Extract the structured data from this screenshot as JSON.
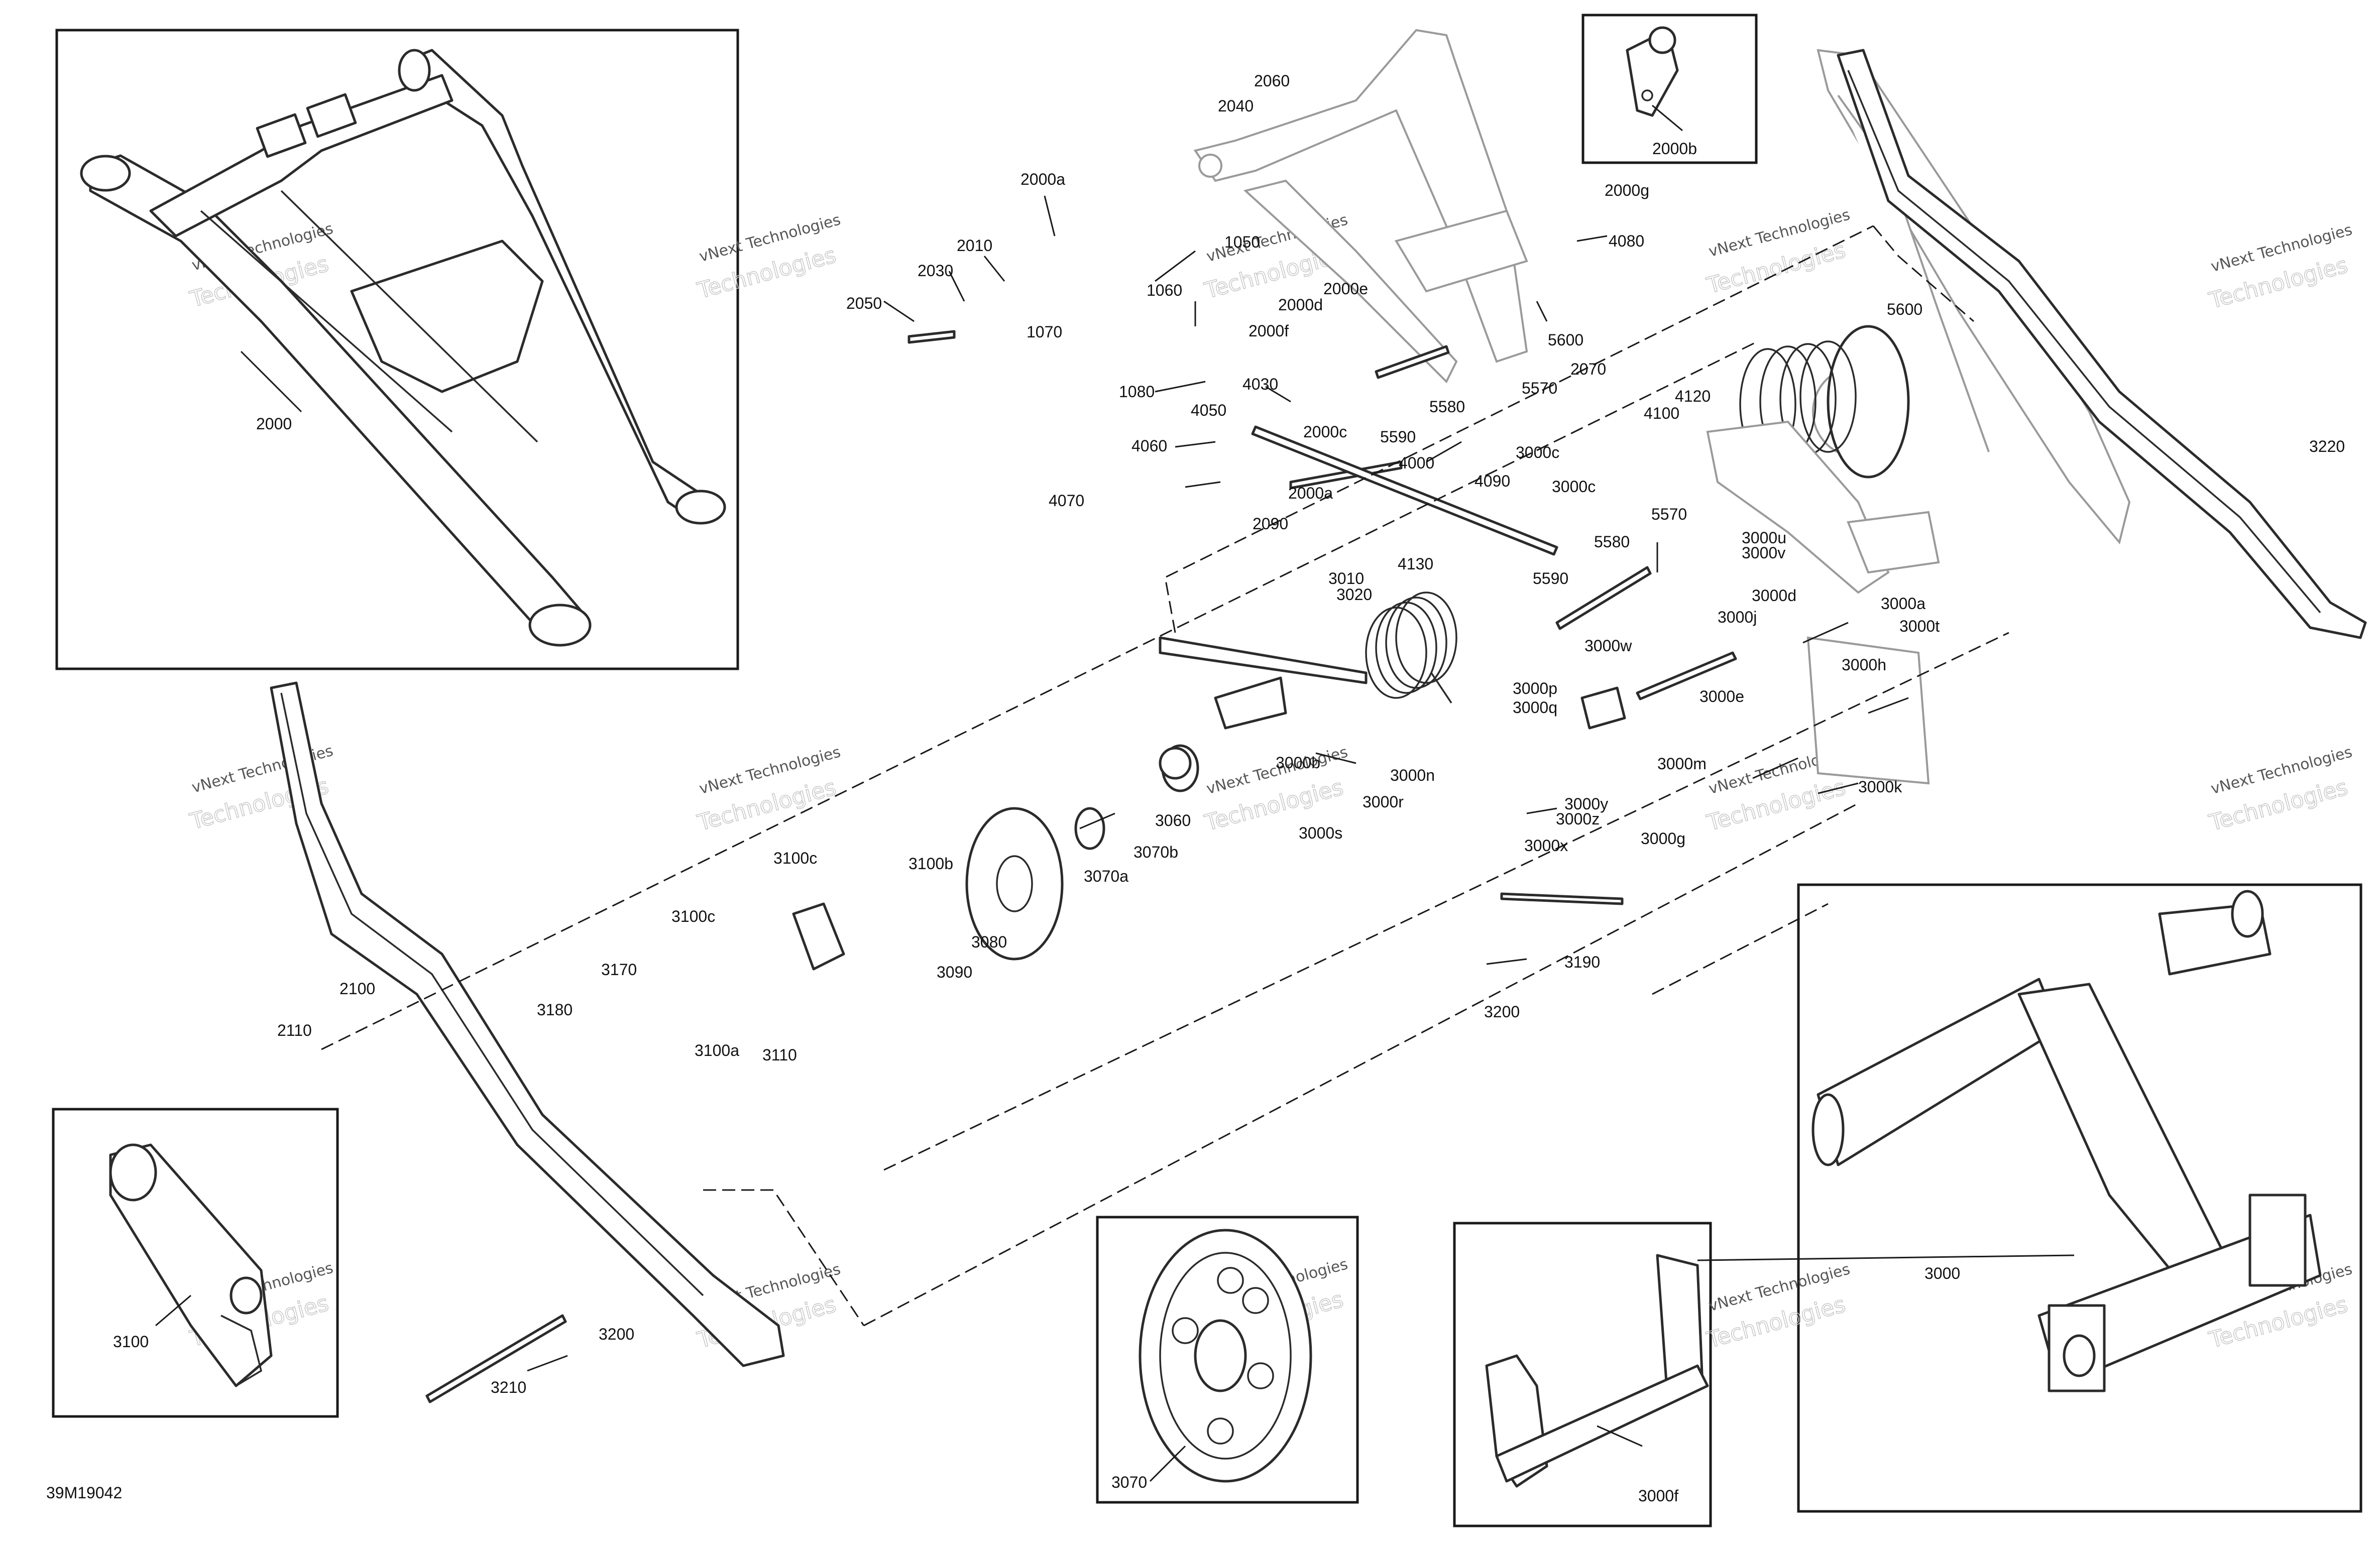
{
  "diagram": {
    "reference_code": "39M19042",
    "watermark_line1": "vNext Technologies",
    "watermark_line2": "vNext",
    "watermark_line3": "Technologies",
    "labels": {
      "l2000": "2000",
      "l2000a_top": "2000a",
      "l2000a_mid": "2000a",
      "l2000b": "2000b",
      "l2000c": "2000c",
      "l2000d": "2000d",
      "l2000e": "2000e",
      "l2000f": "2000f",
      "l2000g": "2000g",
      "l2010": "2010",
      "l2030": "2030",
      "l2040": "2040",
      "l2050": "2050",
      "l2060": "2060",
      "l2070": "2070",
      "l2090": "2090",
      "l2100": "2100",
      "l2110": "2110",
      "l3000_inset": "3000",
      "l3000a": "3000a",
      "l3000c_1": "3000c",
      "l3000c_2": "3000c",
      "l3000d": "3000d",
      "l3000e": "3000e",
      "l3000f": "3000f",
      "l3000g": "3000g",
      "l3000h": "3000h",
      "l3000j": "3000j",
      "l3000k": "3000k",
      "l3000m": "3000m",
      "l3000n": "3000n",
      "l3000p": "3000p",
      "l3000q": "3000q",
      "l3000r": "3000r",
      "l3000s": "3000s",
      "l3000t": "3000t",
      "l3000u": "3000u",
      "l3000v": "3000v",
      "l3000w": "3000w",
      "l3000x": "3000x",
      "l3000y": "3000y",
      "l3000z": "3000z",
      "l3000b": "3000b",
      "l3010": "3010",
      "l3020": "3020",
      "l3060": "3060",
      "l3070_inset": "3070",
      "l3070a": "3070a",
      "l3070b": "3070b",
      "l3080": "3080",
      "l3090": "3090",
      "l3100_inset": "3100",
      "l3100a": "3100a",
      "l3100b": "3100b",
      "l3100c_1": "3100c",
      "l3100c_2": "3100c",
      "l3110": "3110",
      "l3170": "3170",
      "l3180": "3180",
      "l3190": "3190",
      "l3200_1": "3200",
      "l3200_2": "3200",
      "l3210": "3210",
      "l3220": "3220",
      "l4000": "4000",
      "l4030": "4030",
      "l4050": "4050",
      "l4060": "4060",
      "l4070": "4070",
      "l4080": "4080",
      "l4090": "4090",
      "l4100": "4100",
      "l4120": "4120",
      "l4130": "4130",
      "l1050": "1050",
      "l1060": "1060",
      "l1070": "1070",
      "l1080": "1080",
      "l5570_1": "5570",
      "l5570_2": "5570",
      "l5580_1": "5580",
      "l5580_2": "5580",
      "l5590_1": "5590",
      "l5590_2": "5590",
      "l5600_1": "5600",
      "l5600_2": "5600"
    }
  }
}
